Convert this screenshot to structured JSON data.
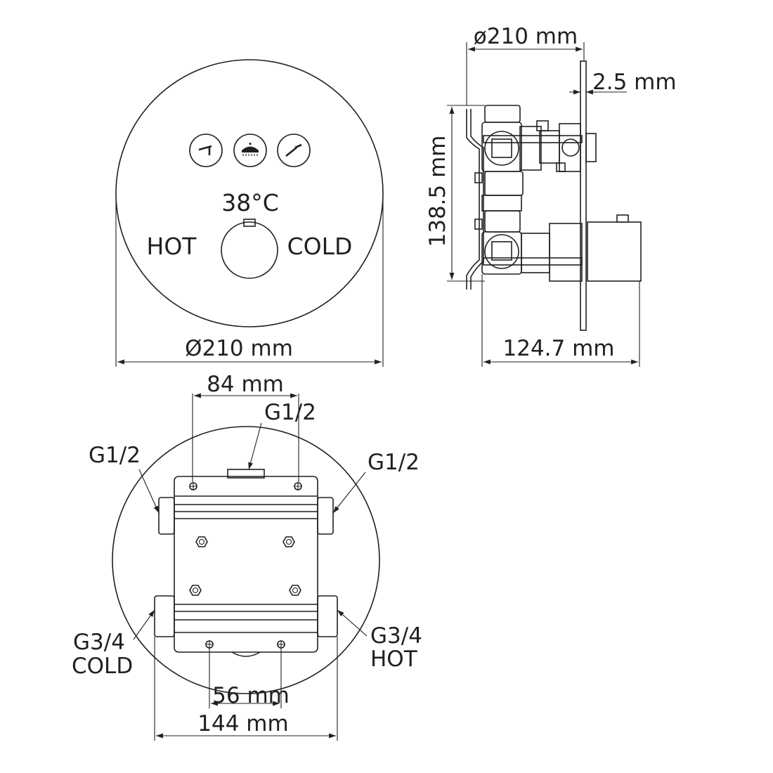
{
  "front_view": {
    "temperature": "38°C",
    "hot": "HOT",
    "cold": "COLD",
    "diameter": "Ø210 mm",
    "icons": [
      "spout-icon",
      "shower-head-icon",
      "hand-shower-icon"
    ]
  },
  "side_view": {
    "plate_diameter": "ø210 mm",
    "plate_thickness": "2.5 mm",
    "height": "138.5 mm",
    "depth": "124.7 mm"
  },
  "rear_view": {
    "hole_spacing_top": "84 mm",
    "top_outlet": "G1/2",
    "left_outlet": "G1/2",
    "right_outlet": "G1/2",
    "cold_inlet_size": "G3/4",
    "cold_inlet_label": "COLD",
    "hot_inlet_size": "G3/4",
    "hot_inlet_label": "HOT",
    "hole_spacing_bottom": "56 mm",
    "overall_width": "144 mm"
  }
}
